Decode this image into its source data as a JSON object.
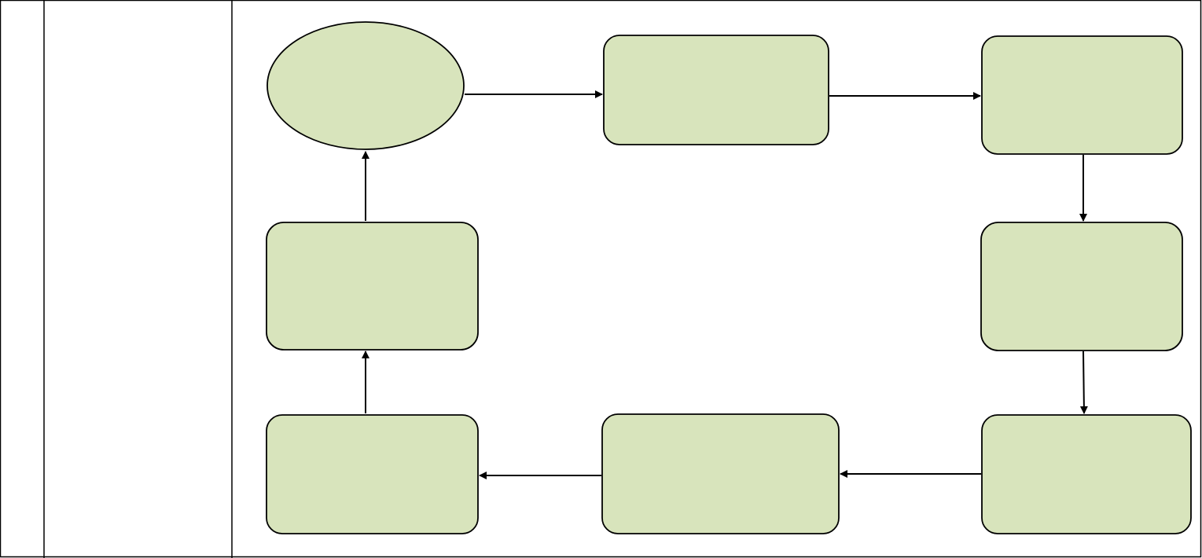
{
  "colors": {
    "node_fill": "#d8e4bc",
    "node_stroke": "#000000",
    "border": "#000000",
    "background": "#ffffff"
  },
  "table": {
    "columns": [
      "",
      "",
      ""
    ]
  },
  "diagram": {
    "nodes": [
      {
        "id": "start",
        "shape": "ellipse",
        "label": ""
      },
      {
        "id": "step-2",
        "shape": "rounded-rect",
        "label": ""
      },
      {
        "id": "step-3",
        "shape": "rounded-rect",
        "label": ""
      },
      {
        "id": "step-4",
        "shape": "rounded-rect",
        "label": ""
      },
      {
        "id": "step-5",
        "shape": "rounded-rect",
        "label": ""
      },
      {
        "id": "step-6",
        "shape": "rounded-rect",
        "label": ""
      },
      {
        "id": "step-7",
        "shape": "rounded-rect",
        "label": ""
      },
      {
        "id": "step-8",
        "shape": "rounded-rect",
        "label": ""
      }
    ],
    "edges": [
      {
        "from": "start",
        "to": "step-2"
      },
      {
        "from": "step-2",
        "to": "step-3"
      },
      {
        "from": "step-3",
        "to": "step-4"
      },
      {
        "from": "step-4",
        "to": "step-5"
      },
      {
        "from": "step-5",
        "to": "step-6"
      },
      {
        "from": "step-6",
        "to": "step-7"
      },
      {
        "from": "step-7",
        "to": "step-8"
      },
      {
        "from": "step-8",
        "to": "start"
      }
    ]
  }
}
